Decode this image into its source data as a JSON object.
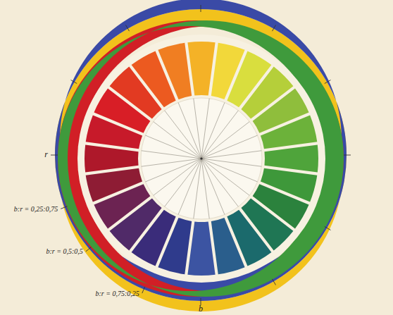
{
  "diagram": {
    "labels": [
      "r",
      "b:r = 0,25:0,75",
      "b:r = 0,5:0,5",
      "b:r = 0,75:0,25",
      "b"
    ]
  }
}
